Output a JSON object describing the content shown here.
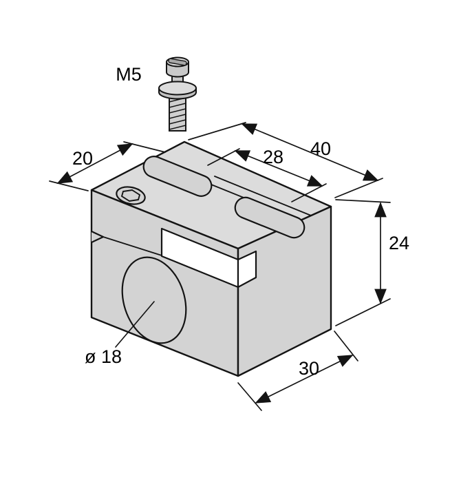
{
  "drawing": {
    "kind": "isometric-technical-drawing",
    "subject": "sensor mounting clamp block with M5 screw",
    "labels": {
      "thread_size": "M5",
      "top_depth": "20",
      "slot_distance": "28",
      "overall_width": "40",
      "height": "24",
      "base_depth": "30",
      "bore_diameter": "ø 18"
    },
    "colors": {
      "background": "#ffffff",
      "body_fill": "#d3d3d3",
      "top_fill": "#dcdcdc",
      "hardware_fill": "#c9c9c9",
      "slit_fill": "#ffffff",
      "line": "#141414"
    }
  }
}
